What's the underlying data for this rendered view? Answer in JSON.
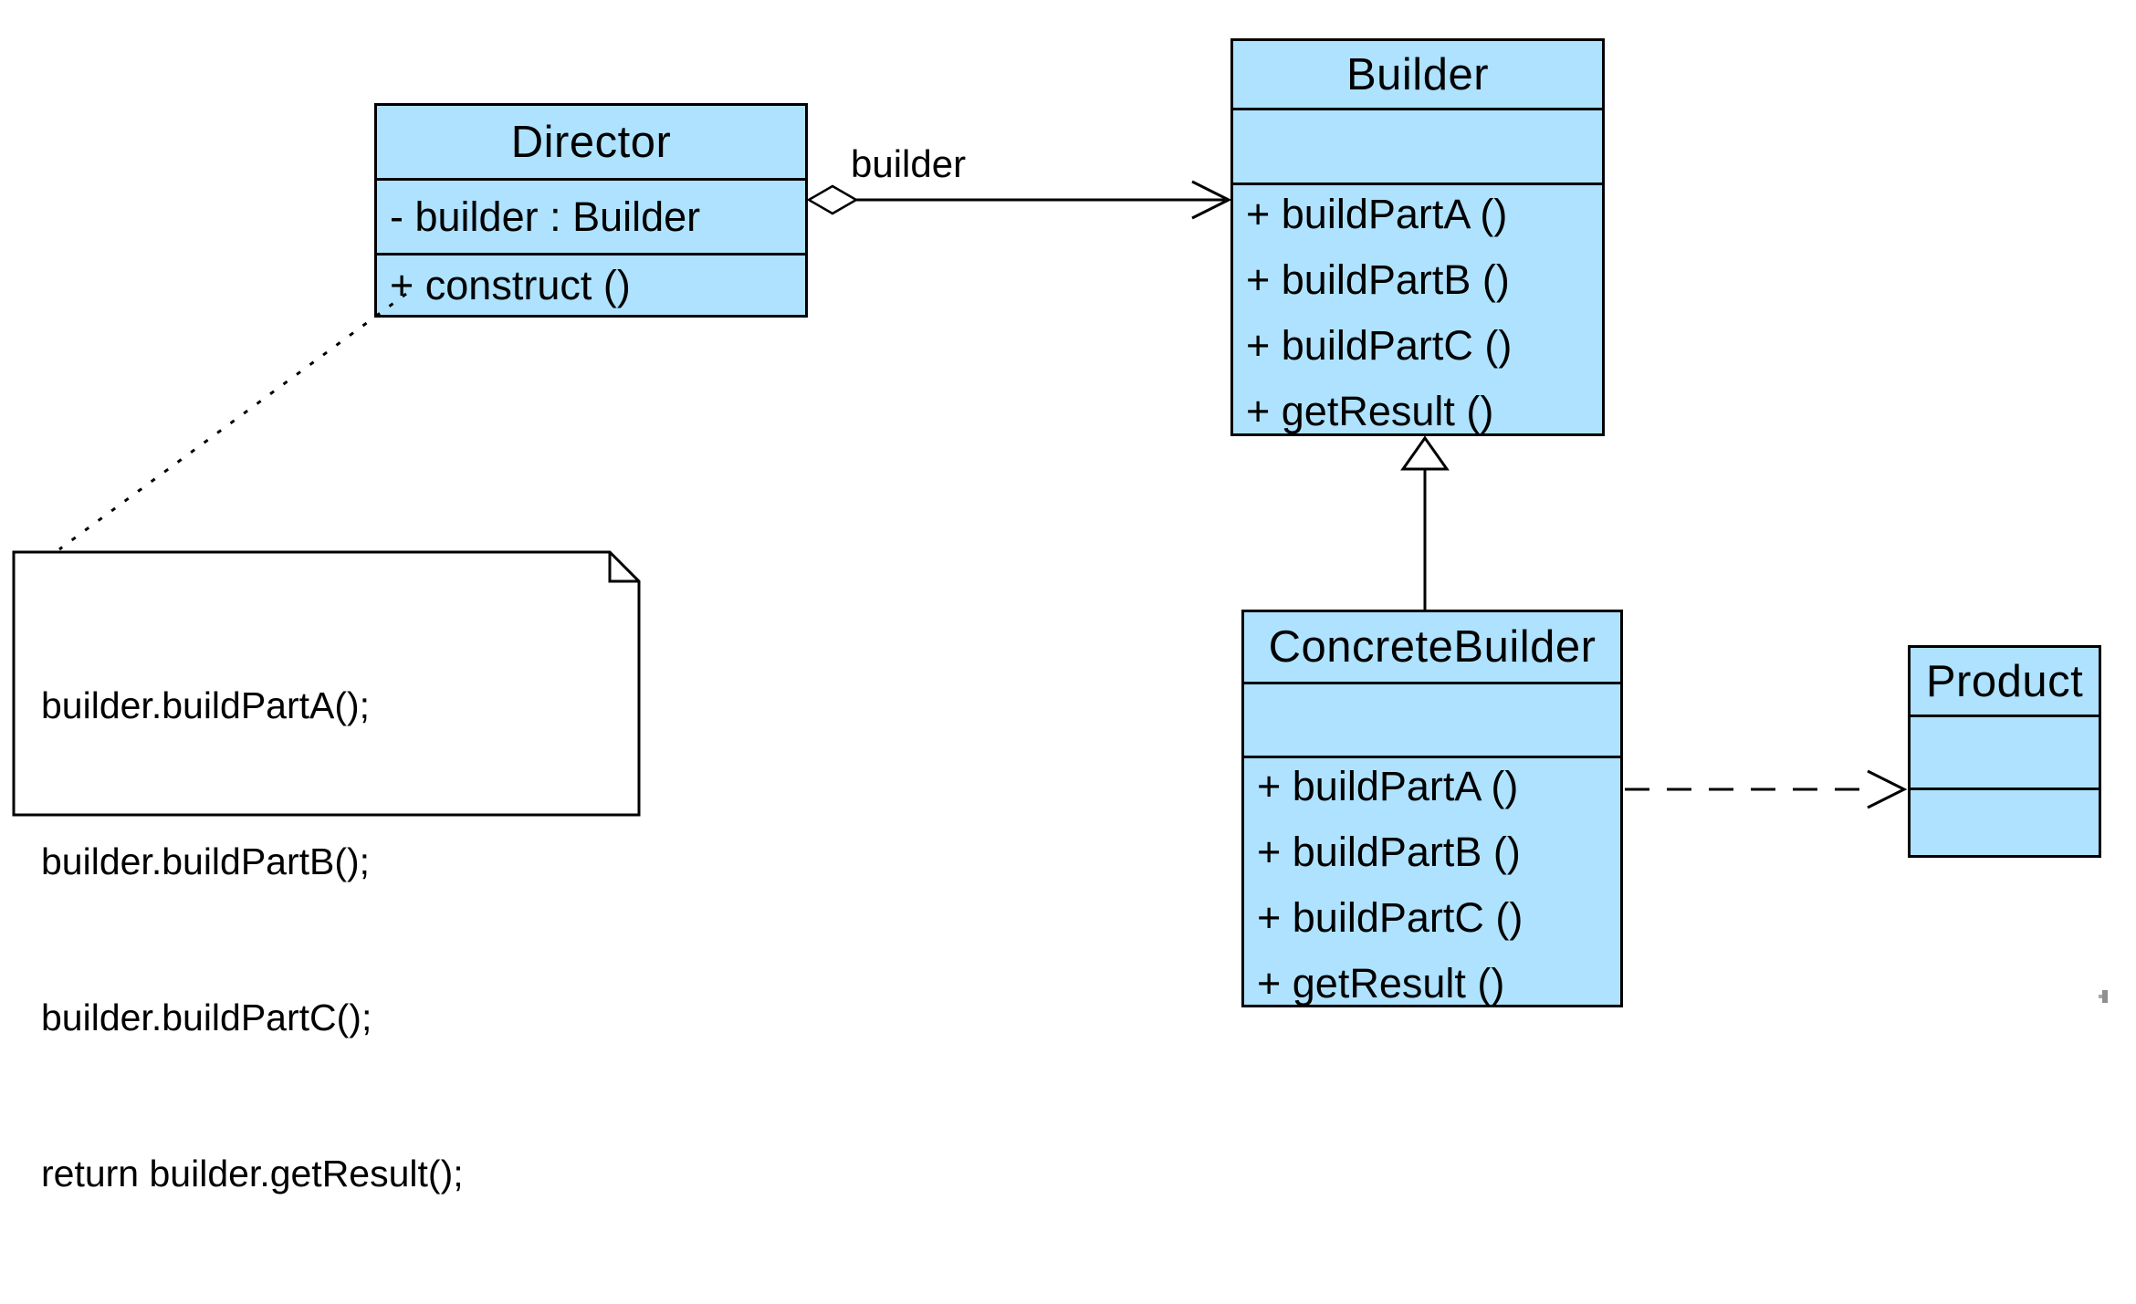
{
  "classes": {
    "director": {
      "name": "Director",
      "attributes": [
        "- builder : Builder"
      ],
      "methods": [
        "+ construct ()"
      ]
    },
    "builder": {
      "name": "Builder",
      "attributes": [],
      "methods": [
        "+ buildPartA ()",
        "+ buildPartB ()",
        "+ buildPartC ()",
        "+ getResult ()"
      ]
    },
    "concreteBuilder": {
      "name": "ConcreteBuilder",
      "attributes": [],
      "methods": [
        "+ buildPartA ()",
        "+ buildPartB ()",
        "+ buildPartC ()",
        "+ getResult ()"
      ]
    },
    "product": {
      "name": "Product",
      "attributes": [],
      "methods": []
    }
  },
  "edges": {
    "aggregation_label": "builder"
  },
  "note": {
    "lines": [
      "builder.buildPartA();",
      "builder.buildPartB();",
      "builder.buildPartC();",
      "return builder.getResult();"
    ]
  },
  "colors": {
    "class_fill": "#AEE2FE",
    "line": "#000000",
    "note_fill": "#FFFFFF",
    "background": "#FFFFFF"
  }
}
